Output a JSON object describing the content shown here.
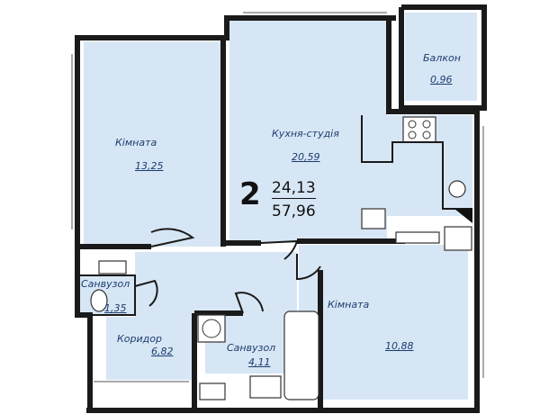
{
  "rooms": {
    "balcony": {
      "name": "Балкон",
      "area": "0,96"
    },
    "kitchen": {
      "name": "Кухня-студія",
      "area": "20,59"
    },
    "room1": {
      "name": "Кімната",
      "area": "13,25"
    },
    "room2": {
      "name": "Кімната",
      "area": "10,88"
    },
    "bath1": {
      "name": "Санвузол",
      "area": "1,35"
    },
    "corridor": {
      "name": "Коридор",
      "area": "6,82"
    },
    "bath2": {
      "name": "Санвузол",
      "area": "4,11"
    }
  },
  "summary": {
    "rooms_count": "2",
    "living_area": "24,13",
    "total_area": "57,96"
  },
  "colors": {
    "room_fill": "#d7e6f5",
    "wall": "#1a1a1a",
    "label_text": "#1b3d6e"
  }
}
